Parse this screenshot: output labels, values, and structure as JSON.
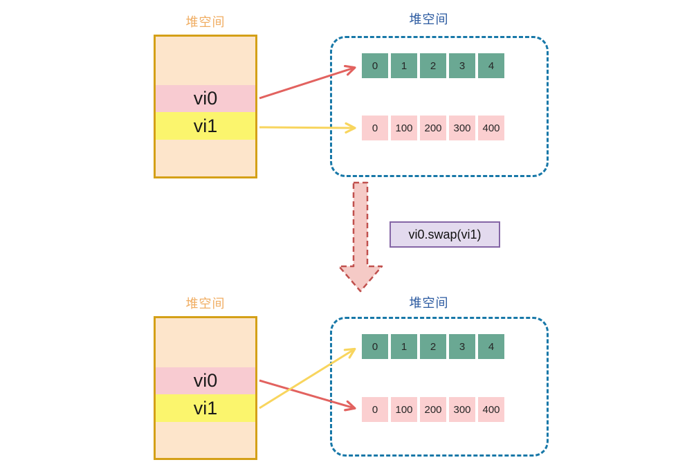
{
  "before": {
    "stack_label": "堆空间",
    "heap_label": "堆空间",
    "vi0": "vi0",
    "vi1": "vi1",
    "green": [
      "0",
      "1",
      "2",
      "3",
      "4"
    ],
    "pink": [
      "0",
      "100",
      "200",
      "300",
      "400"
    ]
  },
  "after": {
    "stack_label": "堆空间",
    "heap_label": "堆空间",
    "vi0": "vi0",
    "vi1": "vi1",
    "green": [
      "0",
      "1",
      "2",
      "3",
      "4"
    ],
    "pink": [
      "0",
      "100",
      "200",
      "300",
      "400"
    ]
  },
  "operation": "vi0.swap(vi1)",
  "colors": {
    "stack_border": "#d4a017",
    "stack_fill": "#fde5cb",
    "vi0_fill": "#f8cbd1",
    "vi1_fill": "#fbf56d",
    "heap_dashed_border": "#1878a8",
    "green_cell": "#6aa893",
    "pink_cell": "#fbcfd0",
    "red_pointer_arrow": "#e2625f",
    "yellow_pointer_arrow": "#f8d55e",
    "big_arrow_fill": "#f5cac6",
    "big_arrow_border": "#c0504d",
    "operation_fill": "#e3daee",
    "operation_border": "#8465a5",
    "stack_label_color": "#f0ad62",
    "heap_label_color": "#2b5aa0"
  }
}
